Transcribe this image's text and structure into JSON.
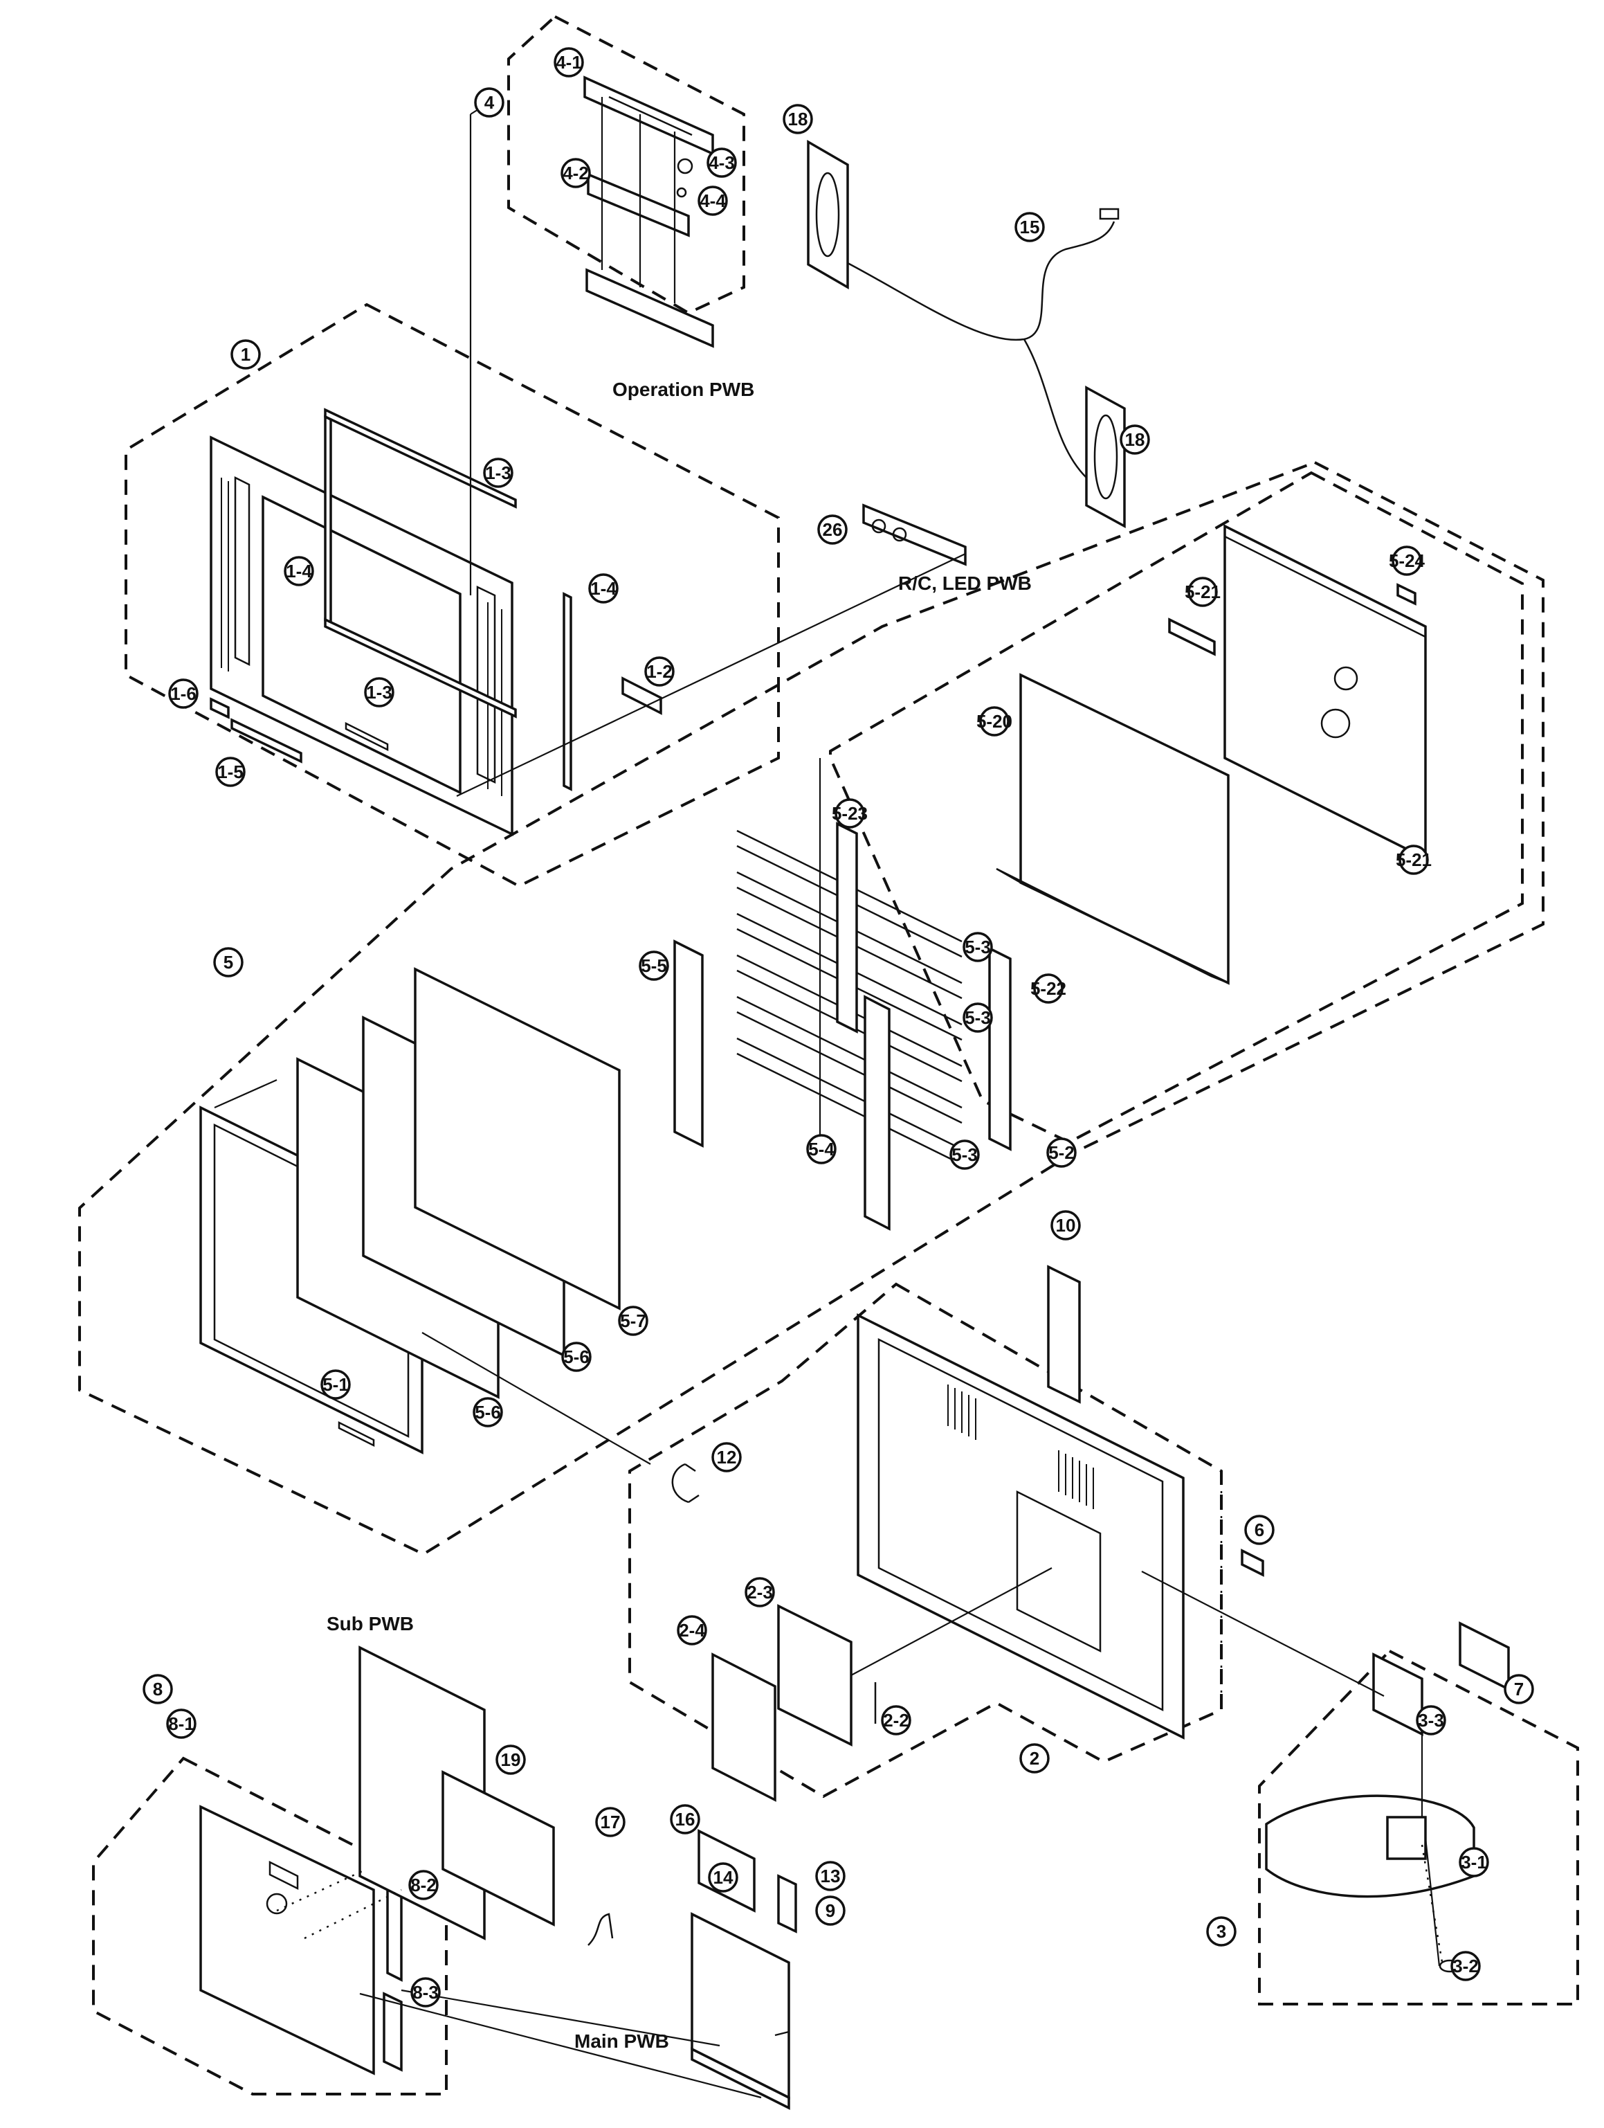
{
  "labels": {
    "operation_pwb": "Operation PWB",
    "rc_led_pwb": "R/C, LED PWB",
    "sub_pwb": "Sub PWB",
    "main_pwb": "Main PWB"
  },
  "callouts": {
    "c1": "1",
    "c1_2": "1-2",
    "c1_3a": "1-3",
    "c1_3b": "1-3",
    "c1_4a": "1-4",
    "c1_4b": "1-4",
    "c1_5": "1-5",
    "c1_6": "1-6",
    "c2": "2",
    "c2_2": "2-2",
    "c2_3": "2-3",
    "c2_4": "2-4",
    "c3": "3",
    "c3_1": "3-1",
    "c3_2": "3-2",
    "c3_3": "3-3",
    "c4": "4",
    "c4_1": "4-1",
    "c4_2": "4-2",
    "c4_3": "4-3",
    "c4_4": "4-4",
    "c5": "5",
    "c5_1": "5-1",
    "c5_2": "5-2",
    "c5_3a": "5-3",
    "c5_3b": "5-3",
    "c5_3c": "5-3",
    "c5_4": "5-4",
    "c5_5": "5-5",
    "c5_6a": "5-6",
    "c5_6b": "5-6",
    "c5_7": "5-7",
    "c5_20": "5-20",
    "c5_21a": "5-21",
    "c5_21b": "5-21",
    "c5_22": "5-22",
    "c5_23": "5-23",
    "c5_24": "5-24",
    "c6": "6",
    "c7": "7",
    "c8": "8",
    "c8_1": "8-1",
    "c8_2": "8-2",
    "c8_3": "8-3",
    "c9": "9",
    "c10": "10",
    "c12": "12",
    "c13": "13",
    "c14": "14",
    "c15": "15",
    "c16": "16",
    "c17": "17",
    "c18a": "18",
    "c18b": "18",
    "c19": "19",
    "c26": "26"
  }
}
